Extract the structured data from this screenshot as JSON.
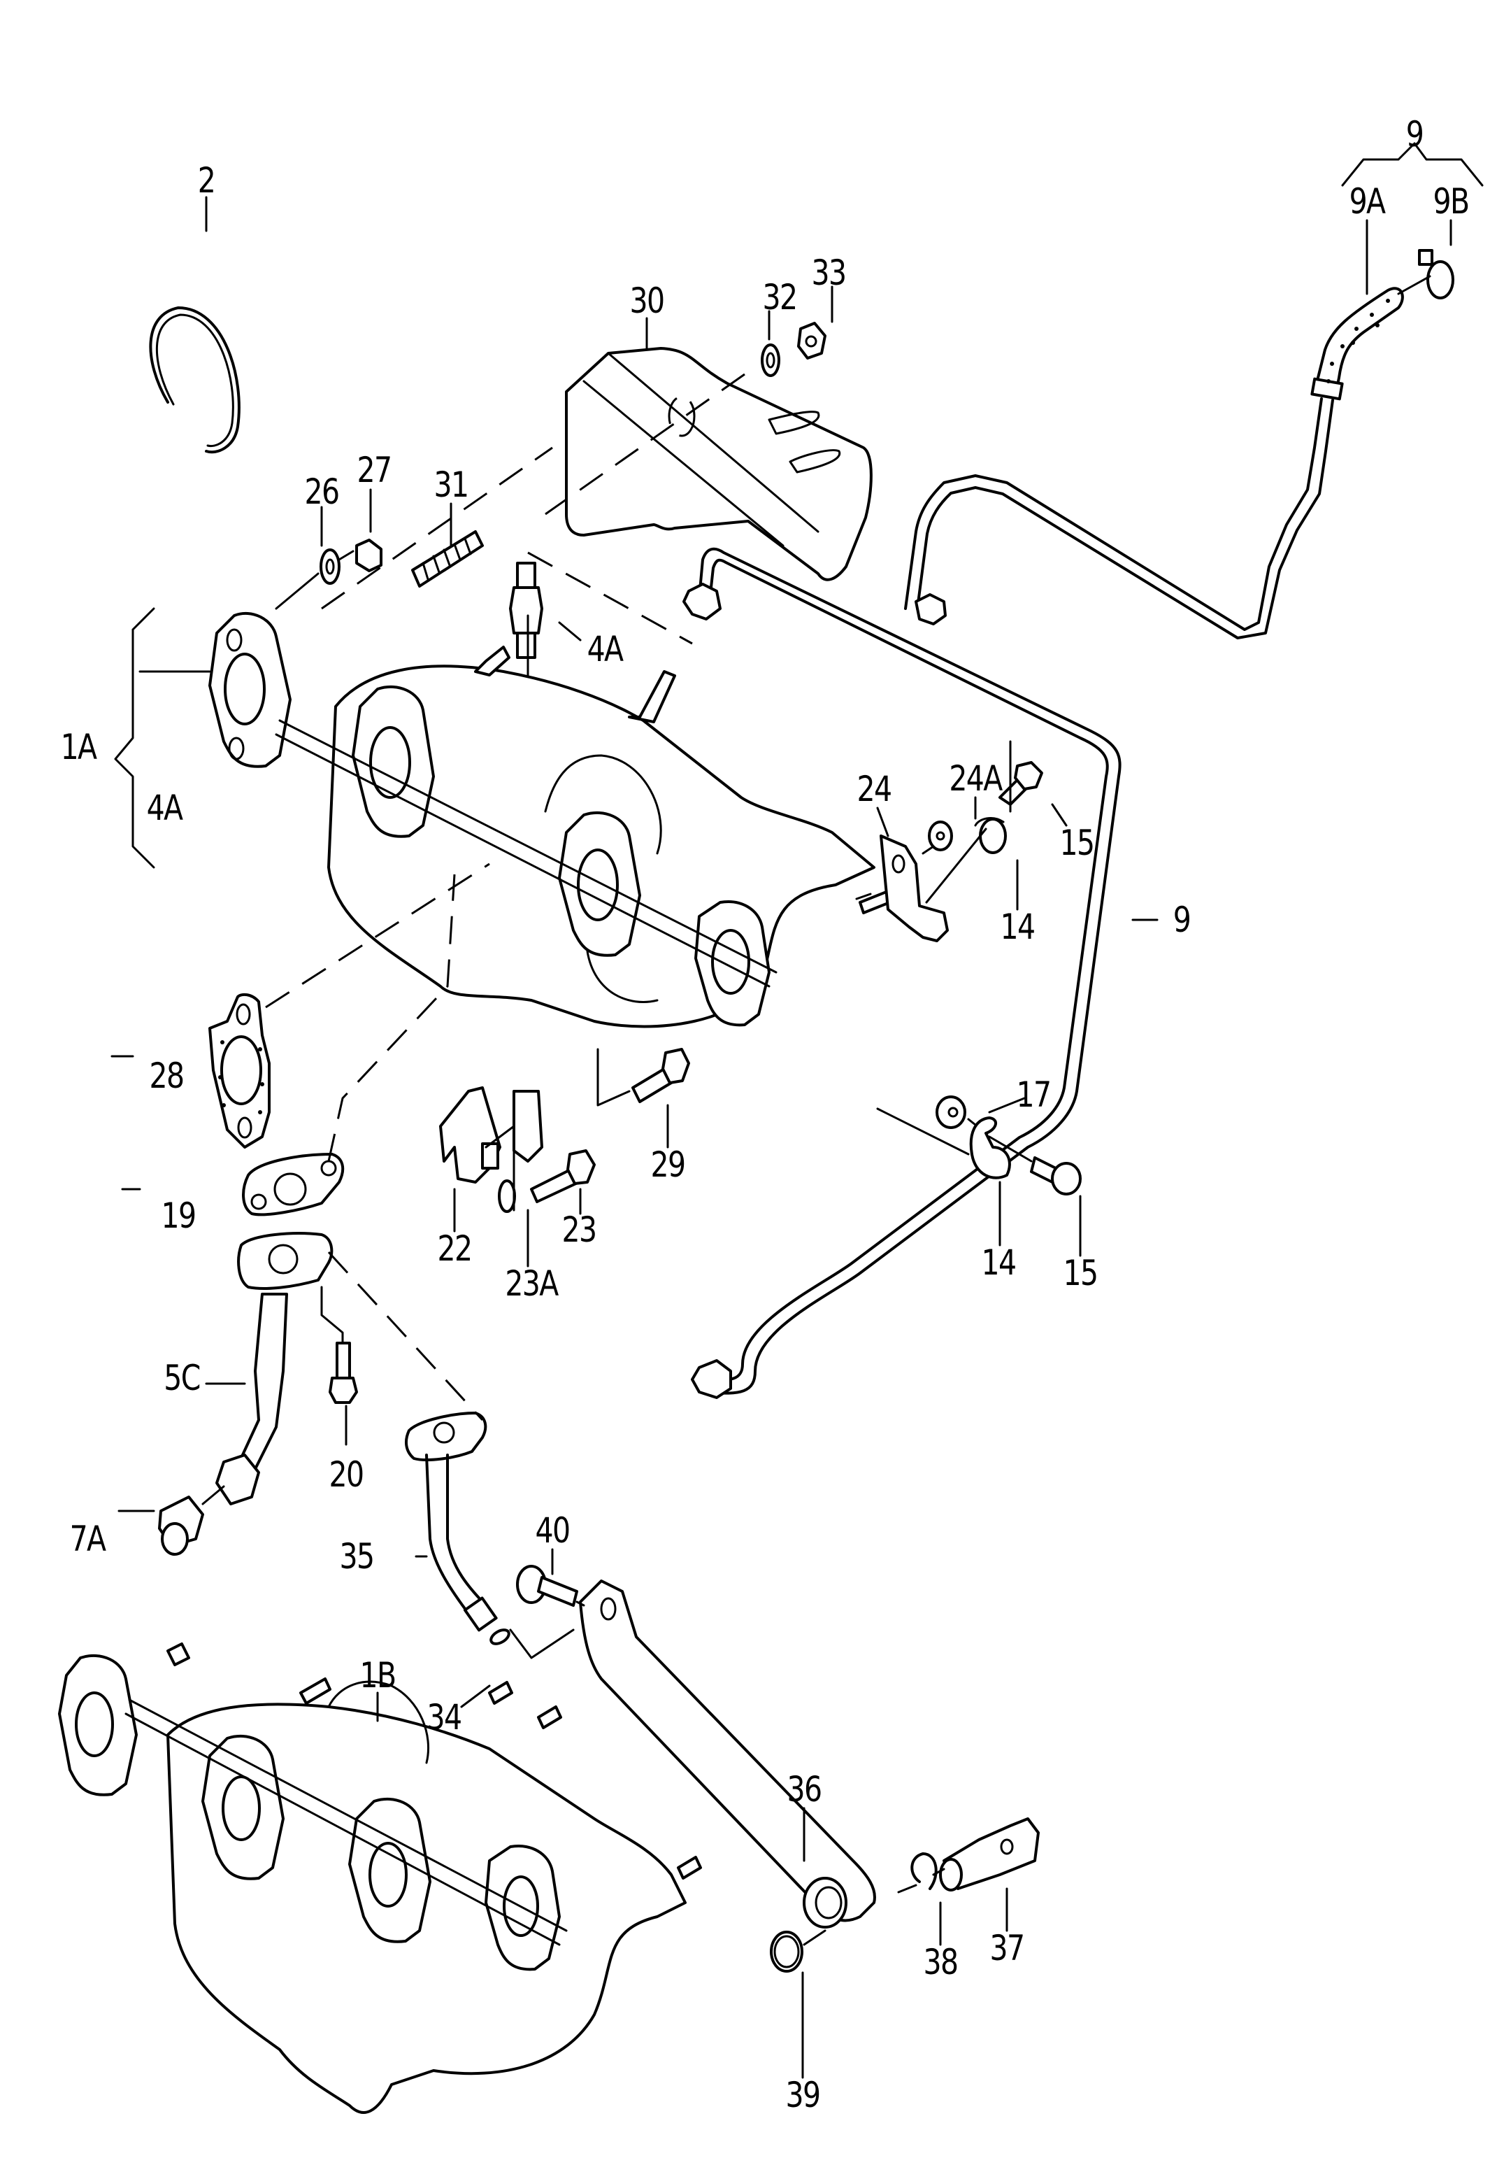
{
  "diagram": {
    "type": "exploded parts diagram",
    "subject": "turbocharger / exhaust manifold assembly with oil lines",
    "ink_color": "#000000",
    "background_color": "#ffffff"
  },
  "callouts": [
    {
      "id": "c-2",
      "label": "2",
      "part": "retaining ring"
    },
    {
      "id": "c-30",
      "label": "30",
      "part": "heat shield"
    },
    {
      "id": "c-32",
      "label": "32",
      "part": "washer"
    },
    {
      "id": "c-33",
      "label": "33",
      "part": "nut"
    },
    {
      "id": "c-9-top",
      "label": "9",
      "part": "oil supply line group"
    },
    {
      "id": "c-9a",
      "label": "9A",
      "part": "hose"
    },
    {
      "id": "c-9b",
      "label": "9B",
      "part": "hose clamp"
    },
    {
      "id": "c-26",
      "label": "26",
      "part": "washer"
    },
    {
      "id": "c-27",
      "label": "27",
      "part": "nut"
    },
    {
      "id": "c-31",
      "label": "31",
      "part": "stud"
    },
    {
      "id": "c-4a-upper",
      "label": "4A",
      "part": "banjo fitting"
    },
    {
      "id": "c-1a",
      "label": "1A",
      "part": "turbocharger with manifold"
    },
    {
      "id": "c-4a-bracket",
      "label": "4A",
      "part": "included item"
    },
    {
      "id": "c-24",
      "label": "24",
      "part": "bracket"
    },
    {
      "id": "c-24a",
      "label": "24A",
      "part": "nut"
    },
    {
      "id": "c-15-upper",
      "label": "15",
      "part": "bolt"
    },
    {
      "id": "c-14-upper",
      "label": "14",
      "part": "clamp"
    },
    {
      "id": "c-9-mid",
      "label": "9",
      "part": "oil supply line"
    },
    {
      "id": "c-28",
      "label": "28",
      "part": "gasket"
    },
    {
      "id": "c-17",
      "label": "17",
      "part": "nut"
    },
    {
      "id": "c-29",
      "label": "29",
      "part": "bolt"
    },
    {
      "id": "c-19",
      "label": "19",
      "part": "gasket"
    },
    {
      "id": "c-22",
      "label": "22",
      "part": "bracket"
    },
    {
      "id": "c-23",
      "label": "23",
      "part": "bolt"
    },
    {
      "id": "c-23a",
      "label": "23A",
      "part": "washer"
    },
    {
      "id": "c-14-lower",
      "label": "14",
      "part": "clamp"
    },
    {
      "id": "c-15-lower",
      "label": "15",
      "part": "bolt"
    },
    {
      "id": "c-5c",
      "label": "5C",
      "part": "oil return line"
    },
    {
      "id": "c-20",
      "label": "20",
      "part": "bolt"
    },
    {
      "id": "c-7a",
      "label": "7A",
      "part": "union fitting"
    },
    {
      "id": "c-35",
      "label": "35",
      "part": "oil return pipe"
    },
    {
      "id": "c-40",
      "label": "40",
      "part": "bolt"
    },
    {
      "id": "c-1b",
      "label": "1B",
      "part": "turbocharger with manifold"
    },
    {
      "id": "c-34",
      "label": "34",
      "part": "washer"
    },
    {
      "id": "c-36",
      "label": "36",
      "part": "oil line"
    },
    {
      "id": "c-37",
      "label": "37",
      "part": "banjo bolt"
    },
    {
      "id": "c-38",
      "label": "38",
      "part": "circlip"
    },
    {
      "id": "c-39",
      "label": "39",
      "part": "seal ring"
    }
  ]
}
